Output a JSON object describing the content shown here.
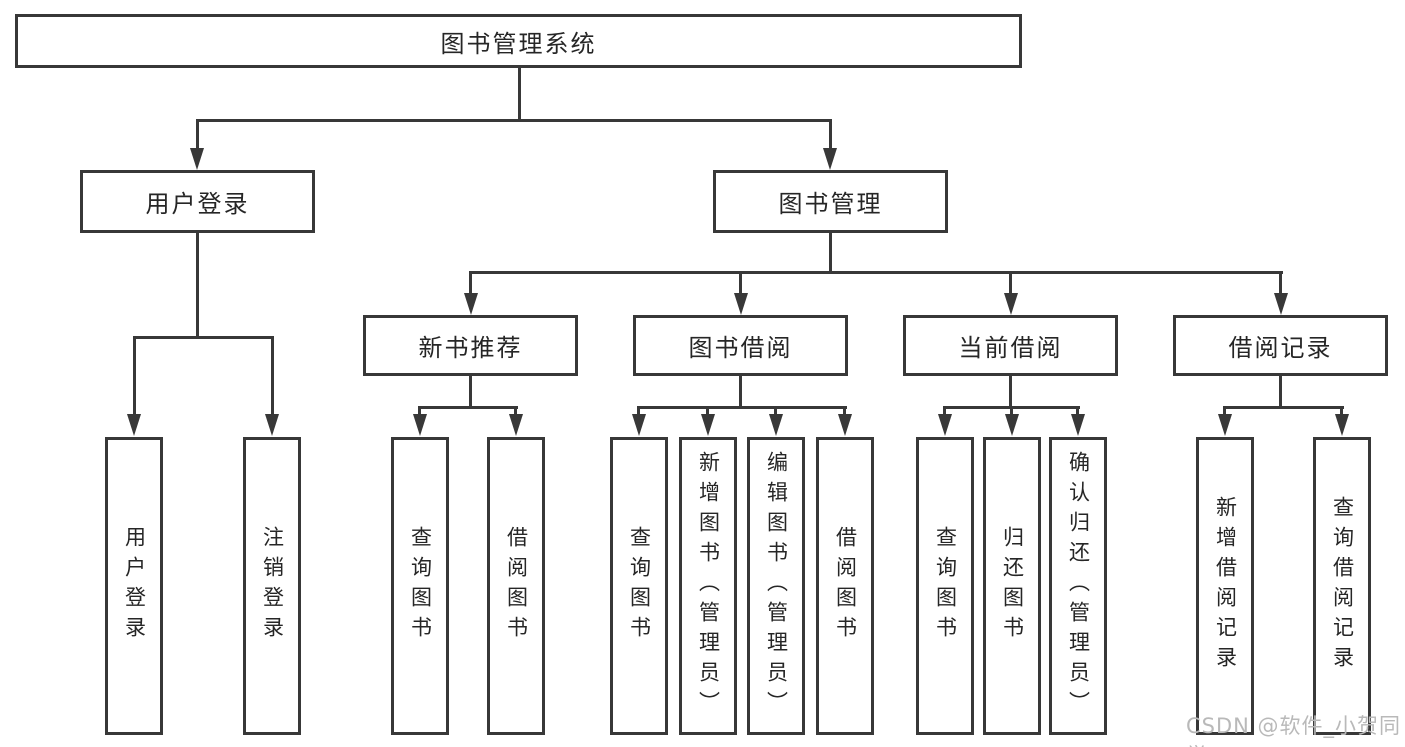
{
  "diagram": {
    "root": "图书管理系统",
    "level2": {
      "left": "用户登录",
      "right": "图书管理"
    },
    "left_children": [
      "用户登录",
      "注销登录"
    ],
    "right_sections": [
      {
        "label": "新书推荐",
        "children": [
          "查询图书",
          "借阅图书"
        ]
      },
      {
        "label": "图书借阅",
        "children": [
          "查询图书",
          "新增图书（管理员）",
          "编辑图书（管理员）",
          "借阅图书"
        ]
      },
      {
        "label": "当前借阅",
        "children": [
          "查询图书",
          "归还图书",
          "确认归还（管理员）"
        ]
      },
      {
        "label": "借阅记录",
        "children": [
          "新增借阅记录",
          "查询借阅记录"
        ]
      }
    ]
  },
  "watermark": "CSDN @软件_小贺同学",
  "colors": {
    "line": "#383838",
    "text": "#262626",
    "watermark": "#b9b9b9",
    "background": "#ffffff"
  }
}
